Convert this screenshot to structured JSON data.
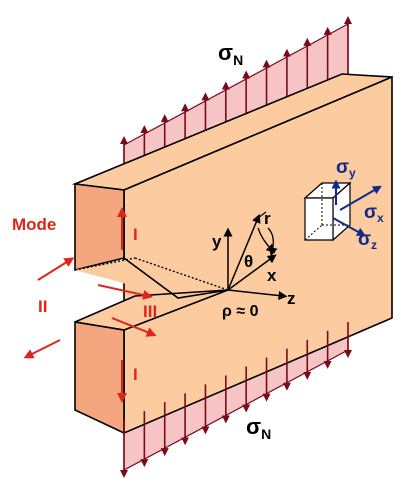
{
  "labels": {
    "sigma_top": "σ",
    "sigma_top_sub": "N",
    "sigma_bottom": "σ",
    "sigma_bottom_sub": "N",
    "mode": "Mode",
    "mode_I_top": "I",
    "mode_I_bottom": "I",
    "mode_II": "II",
    "mode_III": "III",
    "axis_y": "y",
    "axis_x": "x",
    "axis_z": "z",
    "axis_r": "r",
    "theta": "θ",
    "rho": "ρ ≈ 0",
    "sigma_y": "σ",
    "sigma_y_sub": "y",
    "sigma_x": "σ",
    "sigma_x_sub": "x",
    "sigma_z": "σ",
    "sigma_z_sub": "z"
  },
  "colors": {
    "block_face": "#FCCBA0",
    "block_front": "#F4A77E",
    "stress_arrows": "#7A0A1A",
    "stress_fill": "#F7C4C6",
    "mode_red": "#E0241B",
    "stress_blue": "#102A8A",
    "outline": "#000000"
  }
}
